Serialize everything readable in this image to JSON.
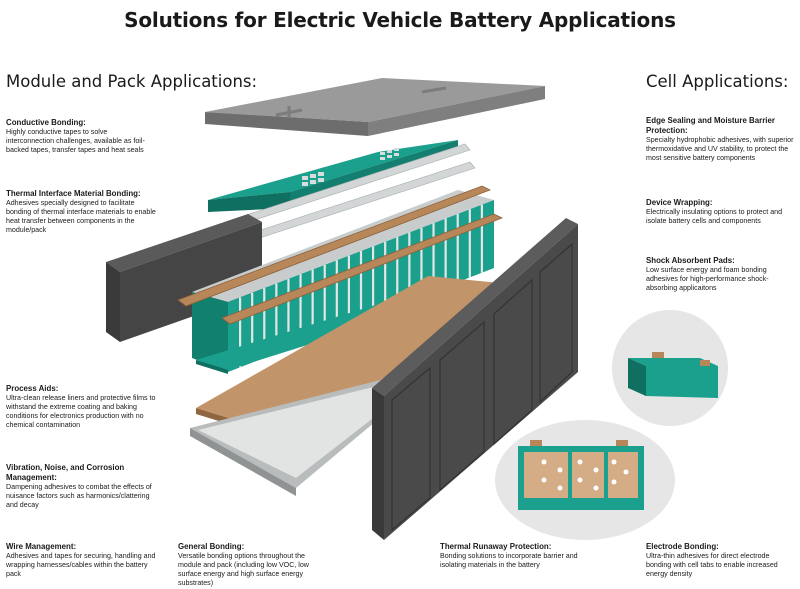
{
  "title": "Solutions for Electric Vehicle Battery Applications",
  "module_heading": "Module and Pack Applications:",
  "cell_heading": "Cell Applications:",
  "left_items": [
    {
      "heading": "Conductive Bonding:",
      "desc": "Highly conductive tapes to solve interconnection challenges, available as foil-backed tapes, transfer tapes and heat seals"
    },
    {
      "heading": "Thermal Interface Material Bonding:",
      "desc": "Adhesives specially designed to facilitate bonding of thermal interface materials to enable heat transfer between components in the module/pack"
    },
    {
      "heading": "Process Aids:",
      "desc": "Ultra-clean release liners and protective films to withstand the extreme coating and baking conditions for electronics production with no chemical contamination"
    },
    {
      "heading": "Vibration, Noise, and Corrosion Management:",
      "desc": "Dampening adhesives to combat the effects of nuisance factors such as harmonics/clattering and decay"
    },
    {
      "heading": "Wire Management:",
      "desc": "Adhesives and tapes for securing, handling and wrapping harnesses/cables within the battery pack"
    }
  ],
  "right_items": [
    {
      "heading": "Edge Sealing and Moisture Barrier Protection:",
      "desc": "Specialty hydrophobic adhesives, with superior thermoxidative and UV stability, to protect the most sensitive battery components"
    },
    {
      "heading": "Device Wrapping:",
      "desc": "Electrically insulating options to protect and isolate battery cells and components"
    },
    {
      "heading": "Shock Absorbent Pads:",
      "desc": "Low surface energy and foam bonding adhesives for high-performance shock-absorbing applicaitons"
    },
    {
      "heading": "Electrode Bonding:",
      "desc": "Ultra-thin adhesives for direct electrode bonding with cell tabs to enable increased energy density"
    }
  ],
  "bottom_items": [
    {
      "heading": "General Bonding:",
      "desc": "Versatile bonding options throughout the module and pack (including low VOC, low surface energy and high surface energy substrates)"
    },
    {
      "heading": "Thermal Runaway Protection:",
      "desc": "Bonding solutions to incorporate barrier and isolating materials in the battery"
    }
  ],
  "colors": {
    "teal": "#1a9a86",
    "teal_dark": "#0f6f60",
    "copper": "#b7875a",
    "plate_gray": "#8e8e8e",
    "panel_dark": "#3a3a3a",
    "silver": "#d6d9da"
  }
}
